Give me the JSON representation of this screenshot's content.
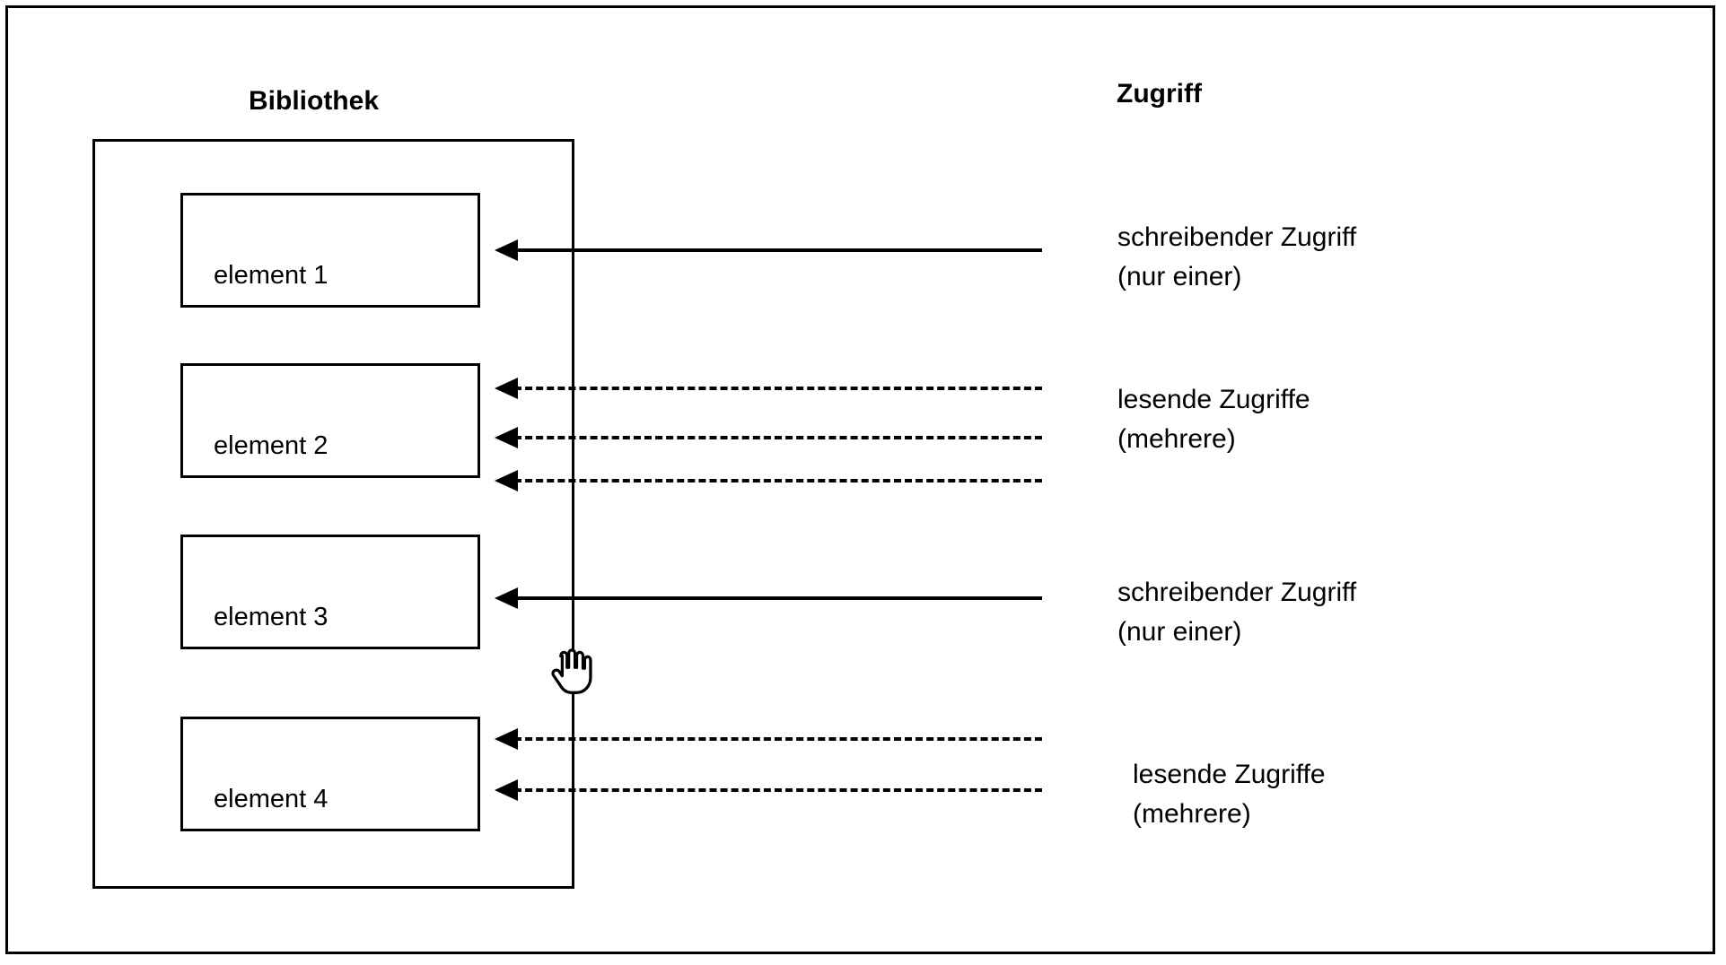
{
  "diagram": {
    "title_left": "Bibliothek",
    "title_right": "Zugriff",
    "colors": {
      "stroke": "#000000",
      "background": "#ffffff"
    },
    "elements": [
      {
        "label": "element 1",
        "arrows": 1,
        "style": "solid"
      },
      {
        "label": "element 2",
        "arrows": 3,
        "style": "dashed"
      },
      {
        "label": "element 3",
        "arrows": 1,
        "style": "solid"
      },
      {
        "label": "element 4",
        "arrows": 2,
        "style": "dashed"
      }
    ],
    "access_labels": [
      "schreibender Zugriff\n(nur einer)",
      "lesende Zugriffe\n(mehrere)",
      "schreibender Zugriff\n(nur einer)",
      "lesende Zugriffe\n(mehrere)"
    ],
    "cursor": "hand-cursor"
  }
}
